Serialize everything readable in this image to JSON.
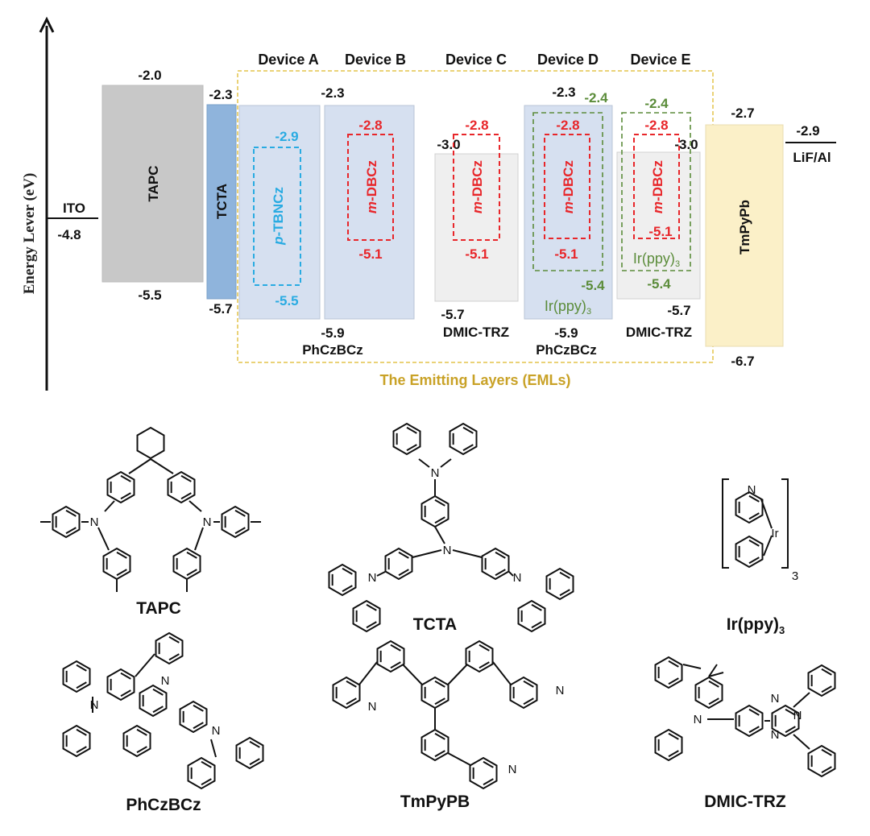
{
  "axis_label": "Energy Lever (eV)",
  "devices": [
    "Device A",
    "Device B",
    "Device C",
    "Device D",
    "Device E"
  ],
  "eml_caption": "The Emitting Layers (EMLs)",
  "layers": {
    "ito": {
      "name": "ITO",
      "level": "-4.8"
    },
    "tapc": {
      "name": "TAPC",
      "lumo": "-2.0",
      "homo": "-5.5"
    },
    "tcta": {
      "name": "TCTA",
      "lumo": "-2.3",
      "homo": "-5.7"
    },
    "phczbcz_ab": {
      "name": "PhCzBCz",
      "lumo": "-2.3",
      "homo": "-5.9"
    },
    "ptbncz": {
      "name": "p-TBNCz",
      "name_prefix": "p",
      "name_rest": "-TBNCz",
      "lumo": "-2.9",
      "homo": "-5.5"
    },
    "mdbcz_b": {
      "name_prefix": "m",
      "name_rest": "-DBCz",
      "lumo": "-2.8",
      "homo": "-5.1"
    },
    "dmictrz_c": {
      "name": "DMIC-TRZ",
      "lumo": "-3.0",
      "homo": "-5.7"
    },
    "mdbcz_c": {
      "name_prefix": "m",
      "name_rest": "-DBCz",
      "lumo": "-2.8",
      "homo": "-5.1"
    },
    "phczbcz_d": {
      "name": "PhCzBCz",
      "lumo": "-2.3",
      "homo": "-5.9"
    },
    "irppy_d": {
      "name": "Ir(ppy)",
      "sub": "3",
      "lumo": "-2.4",
      "homo": "-5.4"
    },
    "mdbcz_d": {
      "name_prefix": "m",
      "name_rest": "-DBCz",
      "lumo": "-2.8",
      "homo": "-5.1"
    },
    "dmictrz_e": {
      "name": "DMIC-TRZ",
      "lumo": "-3.0",
      "homo": "-5.7"
    },
    "irppy_e": {
      "name": "Ir(ppy)",
      "sub": "3",
      "lumo": "-2.4",
      "homo": "-5.4"
    },
    "mdbcz_e": {
      "name_prefix": "m",
      "name_rest": "-DBCz",
      "lumo": "-2.8",
      "homo": "-5.1"
    },
    "tmpypb": {
      "name": "TmPyPb",
      "lumo": "-2.7",
      "homo": "-6.7"
    },
    "lifal": {
      "name": "LiF/Al",
      "level": "-2.9"
    }
  },
  "molecules": {
    "tapc": "TAPC",
    "tcta": "TCTA",
    "irppy": "Ir(ppy)",
    "irppy_sub": "3",
    "phczbcz": "PhCzBCz",
    "tmpypb": "TmPyPB",
    "dmictrz": "DMIC-TRZ",
    "atom_n": "N",
    "atom_ir": "Ir"
  },
  "colors": {
    "tapc": "#c8c8c8",
    "tcta": "#8fb4dc",
    "host_blue": "#d6e0f0",
    "host_grey": "#efefef",
    "etl": "#fbf0c8",
    "red": "#e8262a",
    "cyan": "#29abe2",
    "green": "#5b8c3a",
    "gold": "#e3c34a"
  }
}
